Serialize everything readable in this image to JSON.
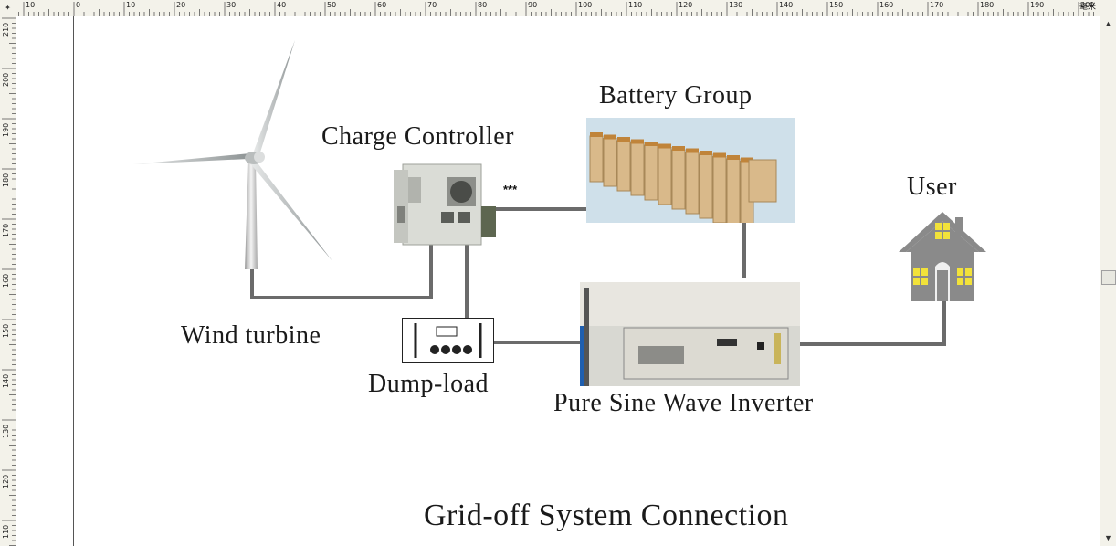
{
  "ruler": {
    "top_ticks": [
      "10",
      "0",
      "10",
      "20",
      "30",
      "40",
      "50",
      "60",
      "70",
      "80",
      "90",
      "100",
      "110",
      "120",
      "130",
      "140",
      "150",
      "160",
      "170",
      "180",
      "190",
      "200"
    ],
    "left_ticks": [
      "210",
      "200",
      "190",
      "180",
      "170",
      "160",
      "150",
      "140",
      "130",
      "120",
      "110"
    ],
    "unit": "毫米"
  },
  "diagram": {
    "wind_label": "Wind turbine",
    "controller_label": "Charge Controller",
    "battery_label": "Battery Group",
    "user_label": "User",
    "dumpload_label": "Dump-load",
    "inverter_label": "Pure Sine Wave Inverter",
    "asterisks": "***",
    "title": "Grid-off System Connection"
  },
  "colors": {
    "wire": "#6b6b6b",
    "house": "#8a8a8a",
    "window": "#f2e23a",
    "battery_bg": "#cfe0ea",
    "battery_cell": "#d9b98a",
    "inverter_panel": "#d8d8d2",
    "inverter_bg": "#1f5fb0"
  }
}
